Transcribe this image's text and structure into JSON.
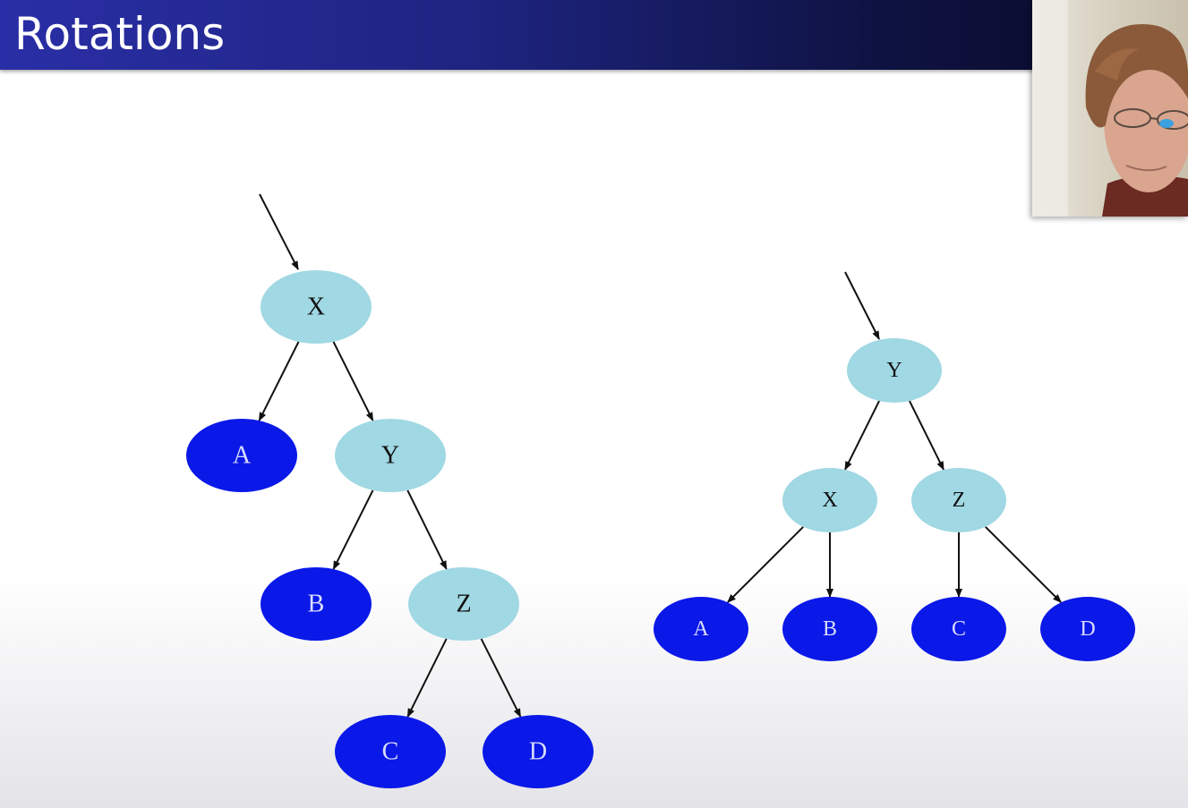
{
  "slide": {
    "title": "Rotations"
  },
  "colors": {
    "inner_node": "#a0d8e3",
    "leaf_node": "#0a18e8",
    "inner_text": "#111111",
    "leaf_text": "#d8dcff",
    "edge": "#111111"
  },
  "diagram": {
    "left_tree": {
      "nodes": [
        {
          "id": "X",
          "label": "X",
          "kind": "inner"
        },
        {
          "id": "A",
          "label": "A",
          "kind": "leaf"
        },
        {
          "id": "Y",
          "label": "Y",
          "kind": "inner"
        },
        {
          "id": "B",
          "label": "B",
          "kind": "leaf"
        },
        {
          "id": "Z",
          "label": "Z",
          "kind": "inner"
        },
        {
          "id": "C",
          "label": "C",
          "kind": "leaf"
        },
        {
          "id": "D",
          "label": "D",
          "kind": "leaf"
        }
      ],
      "edges": [
        [
          "X",
          "A"
        ],
        [
          "X",
          "Y"
        ],
        [
          "Y",
          "B"
        ],
        [
          "Y",
          "Z"
        ],
        [
          "Z",
          "C"
        ],
        [
          "Z",
          "D"
        ]
      ]
    },
    "right_tree": {
      "nodes": [
        {
          "id": "Y",
          "label": "Y",
          "kind": "inner"
        },
        {
          "id": "X",
          "label": "X",
          "kind": "inner"
        },
        {
          "id": "Z",
          "label": "Z",
          "kind": "inner"
        },
        {
          "id": "A",
          "label": "A",
          "kind": "leaf"
        },
        {
          "id": "B",
          "label": "B",
          "kind": "leaf"
        },
        {
          "id": "C",
          "label": "C",
          "kind": "leaf"
        },
        {
          "id": "D",
          "label": "D",
          "kind": "leaf"
        }
      ],
      "edges": [
        [
          "Y",
          "X"
        ],
        [
          "Y",
          "Z"
        ],
        [
          "X",
          "A"
        ],
        [
          "X",
          "B"
        ],
        [
          "Z",
          "C"
        ],
        [
          "Z",
          "D"
        ]
      ]
    }
  }
}
